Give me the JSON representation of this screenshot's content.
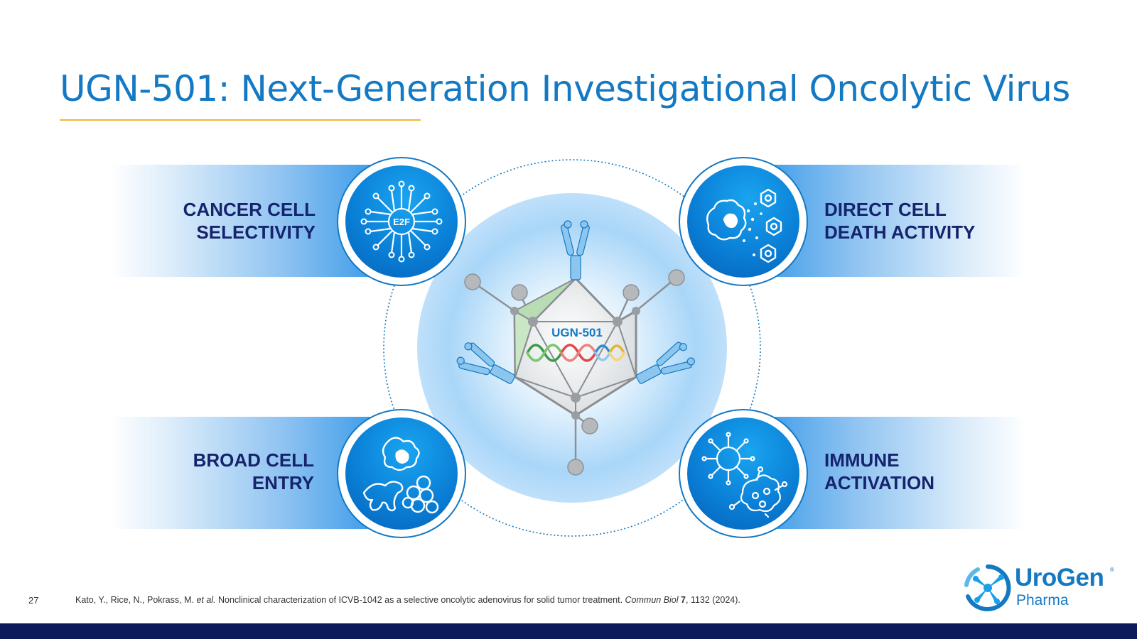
{
  "slide": {
    "title": "UGN-501: Next-Generation Investigational Oncolytic Virus",
    "page_number": "27"
  },
  "diagram": {
    "center_label": "UGN-501",
    "features": [
      {
        "line1": "CANCER CELL",
        "line2": "SELECTIVITY",
        "icon": "e2f-circuit-icon",
        "icon_text": "E2F"
      },
      {
        "line1": "DIRECT CELL",
        "line2": "DEATH ACTIVITY",
        "icon": "cell-lysis-icon"
      },
      {
        "line1": "BROAD CELL",
        "line2": "ENTRY",
        "icon": "cell-types-icon"
      },
      {
        "line1": "IMMUNE",
        "line2": "ACTIVATION",
        "icon": "immune-cells-icon"
      }
    ]
  },
  "footer": {
    "ref_authors": "Kato, Y., Rice, N., Pokrass, M. ",
    "ref_etal": "et al.",
    "ref_title": " Nonclinical characterization of ICVB-1042 as a selective oncolytic adenovirus for solid tumor treatment. ",
    "ref_journal": "Commun Biol",
    "ref_volume": " 7",
    "ref_pages": ", 1132 (2024)."
  },
  "logo": {
    "name": "UroGen",
    "registered": "®",
    "sub": "Pharma"
  },
  "colors": {
    "title": "#1479c3",
    "label": "#15246d",
    "accent": "#f2b632",
    "bar": "#0c1a5c"
  }
}
